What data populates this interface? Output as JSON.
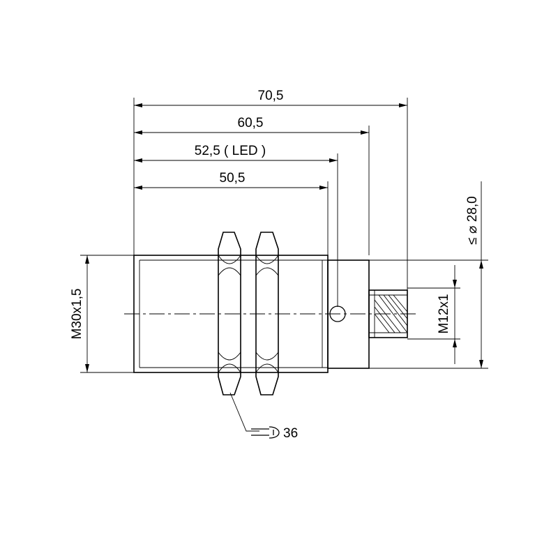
{
  "dimensions": {
    "overall_length": "70,5",
    "connector_end": "60,5",
    "led_position": "52,5 ( LED )",
    "thread_length": "50,5",
    "thread_size": "M30x1,5",
    "connector_thread": "M12x1",
    "max_diameter": "≤ ⌀ 28,0",
    "wrench_size": "36"
  },
  "icons": {
    "wrench": "wrench-icon"
  }
}
